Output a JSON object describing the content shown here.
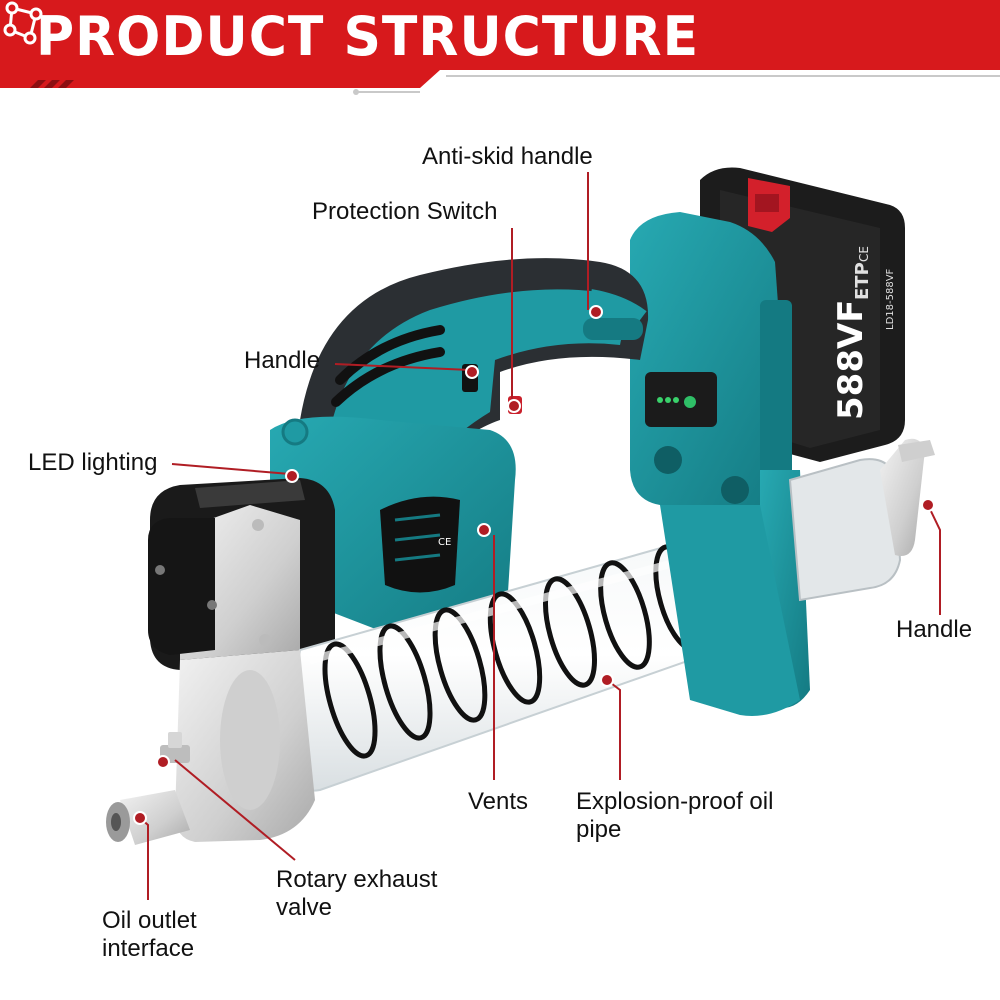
{
  "header": {
    "title": "PRODUCT STRUCTURE",
    "logo_icon": "network-logo-icon",
    "accent_color": "#d7191c"
  },
  "battery": {
    "voltage_text": "588VF",
    "brand_text": "ETP",
    "model_text": "LD18-588VF",
    "ce_mark": "CE"
  },
  "body_marking": "CE",
  "callouts": [
    {
      "id": "anti-skid-handle",
      "text": "Anti-skid handle"
    },
    {
      "id": "protection-switch",
      "text": "Protection Switch"
    },
    {
      "id": "handle-top",
      "text": "Handle"
    },
    {
      "id": "led-lighting",
      "text": "LED lighting"
    },
    {
      "id": "handle-right",
      "text": "Handle"
    },
    {
      "id": "vents",
      "text": "Vents"
    },
    {
      "id": "explosion-proof-oil-pipe",
      "text": "Explosion-proof oil pipe"
    },
    {
      "id": "rotary-exhaust-valve",
      "text": "Rotary exhaust valve"
    },
    {
      "id": "oil-outlet-interface",
      "text": "Oil outlet interface"
    }
  ],
  "colors": {
    "tool_body": "#1f9aa3",
    "tool_body_dark": "#157a82",
    "grip": "#2b2f33",
    "battery": "#1c1c1c",
    "battery_latch": "#d3202b",
    "metal": "#d8d8d8",
    "leader": "#b01d24"
  }
}
